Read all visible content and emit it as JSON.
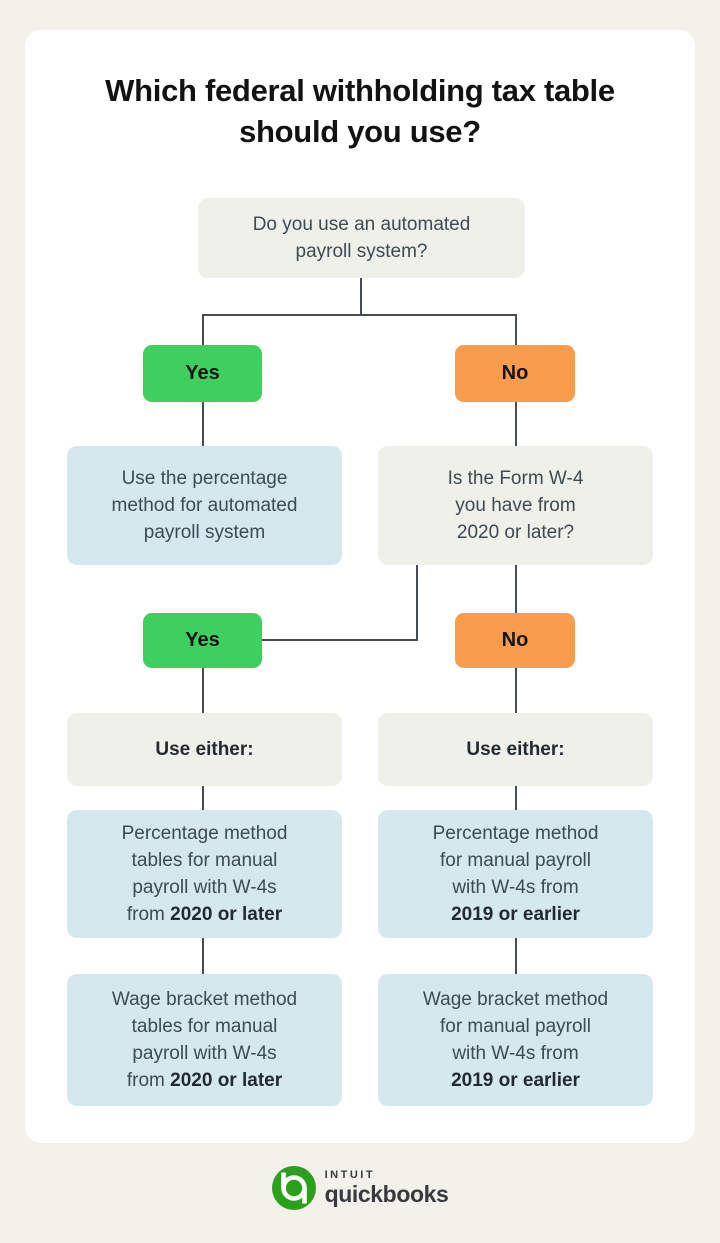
{
  "title": "Which federal withholding tax table should you use?",
  "flow": {
    "q1": {
      "lines": [
        "Do you use an automated",
        "payroll system?"
      ]
    },
    "yes1": "Yes",
    "no1": "No",
    "auto_result": {
      "lines": [
        "Use the percentage",
        "method for automated",
        "payroll system"
      ]
    },
    "q2": {
      "lines": [
        "Is the Form W-4",
        "you have from",
        "2020 or later?"
      ]
    },
    "yes2": "Yes",
    "no2": "No",
    "use_either_left": "Use either:",
    "use_either_right": "Use either:",
    "pct_left": {
      "lines": [
        "Percentage method",
        "tables for manual",
        "payroll with W-4s"
      ],
      "last_prefix": "from ",
      "last_bold": "2020 or later"
    },
    "pct_right": {
      "lines": [
        "Percentage method",
        "for manual payroll",
        "with W-4s from"
      ],
      "last_prefix": "",
      "last_bold": "2019 or earlier"
    },
    "wage_left": {
      "lines": [
        "Wage bracket method",
        "tables for manual",
        "payroll with W-4s"
      ],
      "last_prefix": "from ",
      "last_bold": "2020 or later"
    },
    "wage_right": {
      "lines": [
        "Wage bracket method",
        "for manual payroll",
        "with W-4s from"
      ],
      "last_prefix": "",
      "last_bold": "2019 or earlier"
    }
  },
  "footer": {
    "brand_top": "INTUIT",
    "brand_bottom": "quickbooks"
  },
  "colors": {
    "background": "#f2f2eb",
    "card": "#ffffff",
    "yes_green": "#3ecf5e",
    "no_orange": "#f79d4d",
    "box_gray": "#f0f0ea",
    "box_blue": "#d5e8ee",
    "connector": "#454b57",
    "title_text": "#121212",
    "body_text": "#3e4a54",
    "quickbooks_green": "#2ca01c",
    "brand_text": "#393a3d"
  }
}
